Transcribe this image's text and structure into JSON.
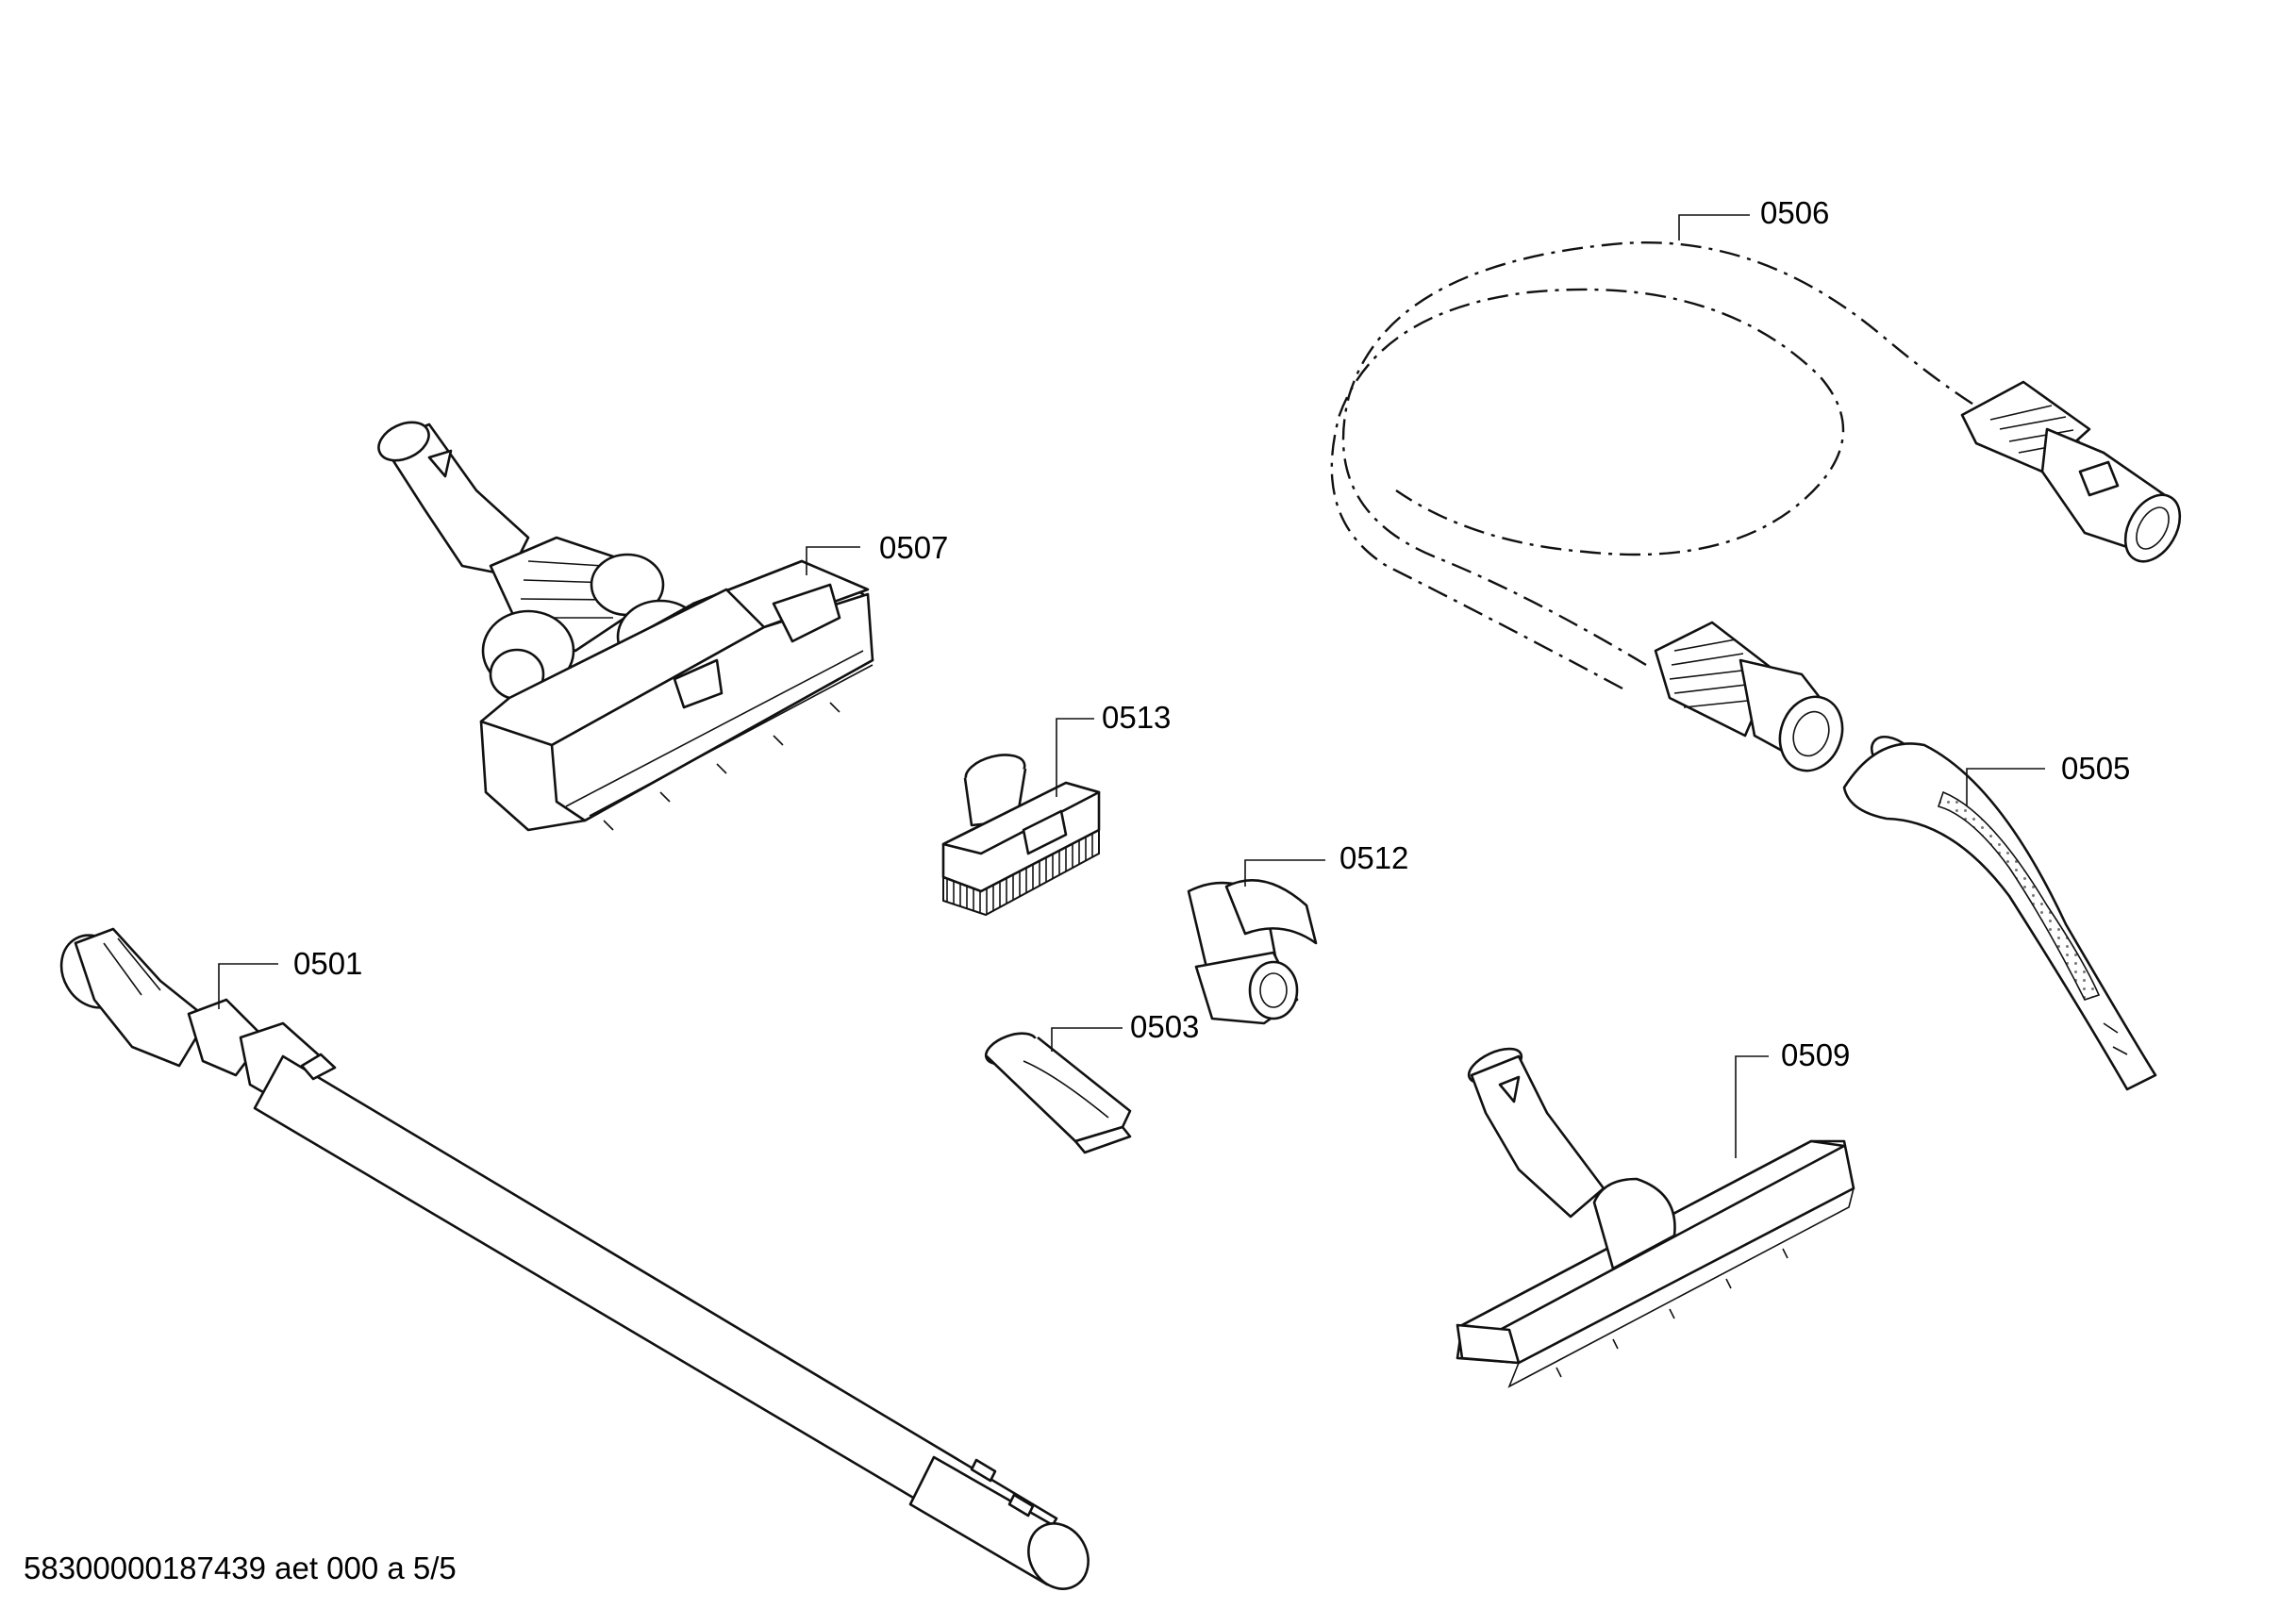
{
  "callouts": {
    "p0501": "0501",
    "p0503": "0503",
    "p0505": "0505",
    "p0506": "0506",
    "p0507": "0507",
    "p0509": "0509",
    "p0512": "0512",
    "p0513": "0513"
  },
  "footer": {
    "doc_ref": "58300000187439 aet 000 a 5/5"
  }
}
